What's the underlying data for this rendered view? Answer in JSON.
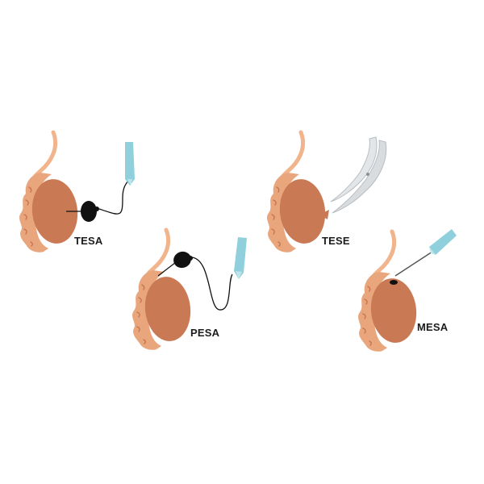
{
  "procedures": [
    {
      "id": "tesa",
      "label": "TESA",
      "instrument": "syringe-with-tube"
    },
    {
      "id": "pesa",
      "label": "PESA",
      "instrument": "syringe-with-tube"
    },
    {
      "id": "tese",
      "label": "TESE",
      "instrument": "scissors"
    },
    {
      "id": "mesa",
      "label": "MESA",
      "instrument": "needle"
    }
  ],
  "colors": {
    "testis": "#c97a54",
    "epididymis": "#e9a67c",
    "epididymis_detail": "#c7754f",
    "cord": "#f1b48c",
    "syringe_body": "#8fd0dc",
    "syringe_tip": "#bfe5ec",
    "scissors": "#e3e6e8",
    "tool_dark": "#111111"
  }
}
